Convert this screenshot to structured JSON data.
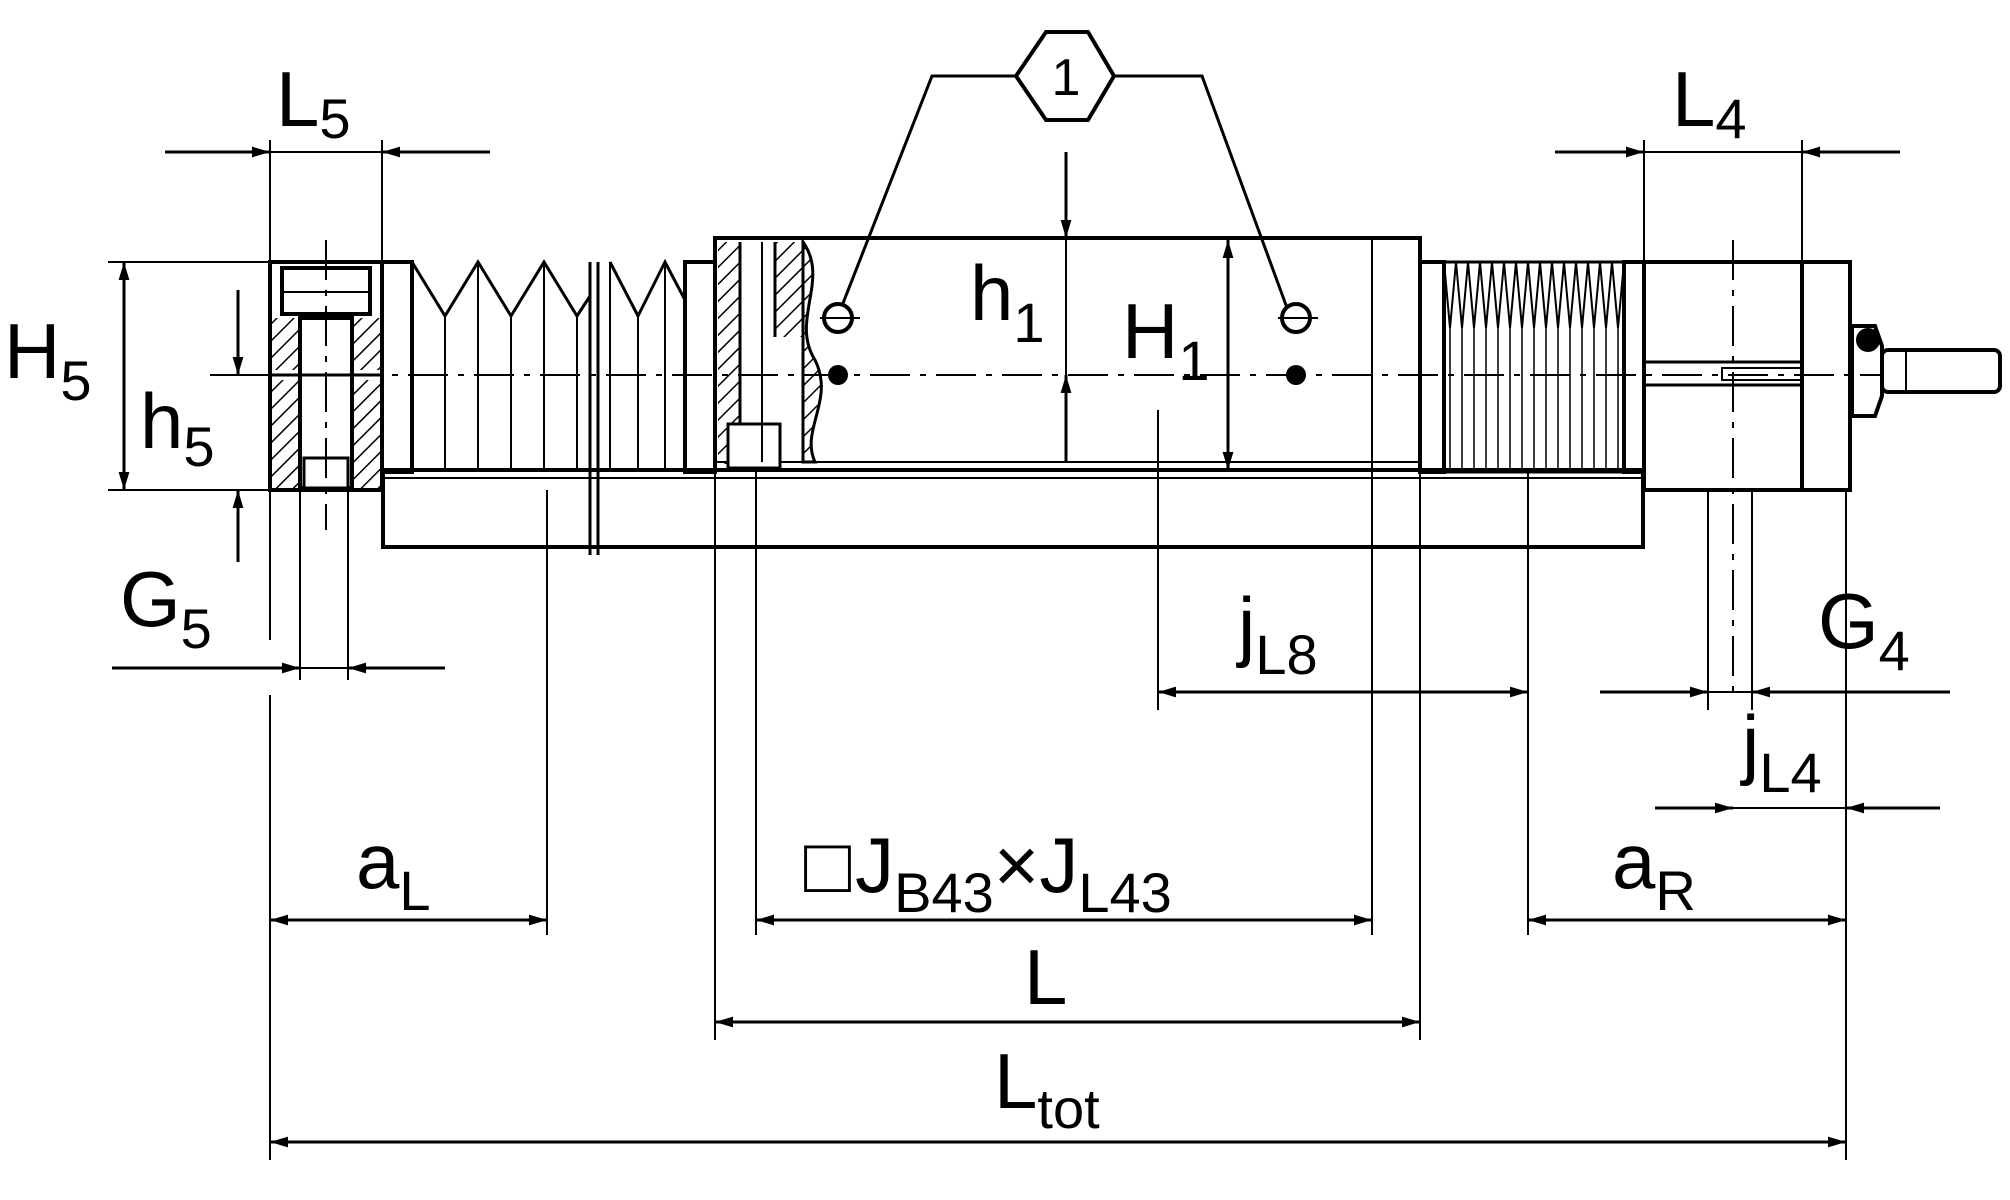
{
  "callout": "1",
  "dims": {
    "L5": {
      "main": "L",
      "sub": "5"
    },
    "L4": {
      "main": "L",
      "sub": "4"
    },
    "H5": {
      "main": "H",
      "sub": "5"
    },
    "h5": {
      "main": "h",
      "sub": "5"
    },
    "h1": {
      "main": "h",
      "sub": "1"
    },
    "H1": {
      "main": "H",
      "sub": "1"
    },
    "G5": {
      "main": "G",
      "sub": "5"
    },
    "G4": {
      "main": "G",
      "sub": "4"
    },
    "jL8": {
      "main": "j",
      "sub": "L8"
    },
    "jL4": {
      "main": "j",
      "sub": "L4"
    },
    "aL": {
      "main": "a",
      "sub": "L"
    },
    "aR": {
      "main": "a",
      "sub": "R"
    },
    "J": {
      "square": "□",
      "j1": "J",
      "s1": "B43",
      "times": "×",
      "j2": "J",
      "s2": "L43"
    },
    "L": {
      "main": "L"
    },
    "Ltot": {
      "main": "L",
      "sub": "tot"
    }
  }
}
